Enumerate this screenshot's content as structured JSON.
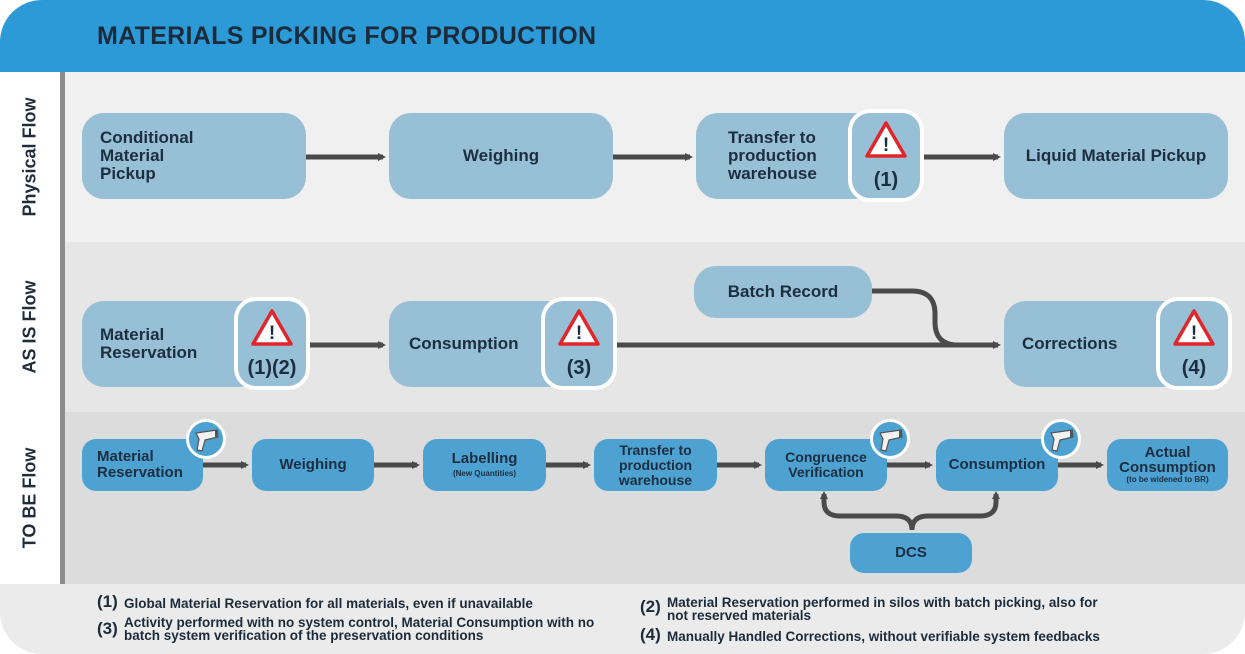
{
  "title": "MATERIALS PICKING FOR PRODUCTION",
  "lanes": {
    "physical": "Physical Flow",
    "as_is": "AS IS Flow",
    "to_be": "TO BE Flow"
  },
  "physical_flow": {
    "conditional_pickup": "Conditional Material Pickup",
    "weighing": "Weighing",
    "transfer": "Transfer to production warehouse",
    "transfer_warning": "(1)",
    "liquid_pickup": "Liquid Material Pickup"
  },
  "as_is_flow": {
    "batch_record": "Batch Record",
    "material_reservation": "Material Reservation",
    "material_reservation_warning": "(1)(2)",
    "consumption": "Consumption",
    "consumption_warning": "(3)",
    "corrections": "Corrections",
    "corrections_warning": "(4)"
  },
  "to_be_flow": {
    "material_reservation": "Material Reservation",
    "weighing": "Weighing",
    "labelling": "Labelling",
    "labelling_note": "(New Quantities)",
    "transfer": "Transfer to production warehouse",
    "congruence_verification": "Congruence Verification",
    "consumption": "Consumption",
    "actual_consumption": "Actual Consumption",
    "actual_consumption_note": "(to be widened to BR)",
    "dcs": "DCS"
  },
  "notes": [
    {
      "num": "(1)",
      "text": "Global Material Reservation for all materials, even if unavailable"
    },
    {
      "num": "(2)",
      "text": "Material Reservation performed in silos with batch picking, also for not reserved materials"
    },
    {
      "num": "(3)",
      "text": "Activity performed with no system control, Material Consumption with no batch system verification of the preservation conditions"
    },
    {
      "num": "(4)",
      "text": "Manually Handled Corrections, without verifiable system feedbacks"
    }
  ],
  "colors": {
    "header": "#2d9ad8",
    "physical_box": "#97bfd6",
    "to_be_box": "#4ea2d2",
    "warning_red": "#e0262b",
    "arrow": "#4a4a4a"
  },
  "icons": [
    "warning-icon",
    "barcode-scanner-icon"
  ]
}
